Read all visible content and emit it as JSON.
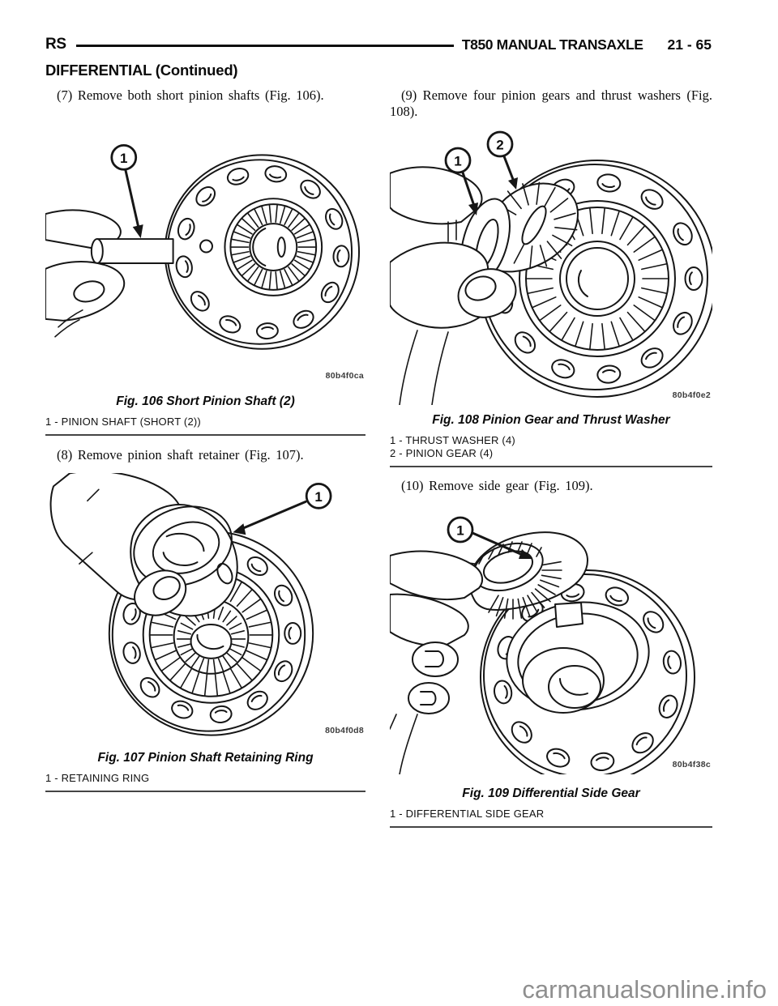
{
  "header": {
    "code": "RS",
    "title": "T850 MANUAL TRANSAXLE",
    "page_number": "21 - 65"
  },
  "section": {
    "title": "DIFFERENTIAL (Continued)"
  },
  "left_column": {
    "step_7": "(7) Remove both short pinion shafts (Fig. 106).",
    "fig_106": {
      "callout_1": "1",
      "code": "80b4f0ca",
      "caption": "Fig. 106 Short Pinion Shaft (2)",
      "legend_1": "1 - PINION SHAFT (SHORT (2))"
    },
    "step_8": "(8) Remove pinion shaft retainer (Fig. 107).",
    "fig_107": {
      "callout_1": "1",
      "code": "80b4f0d8",
      "caption": "Fig. 107 Pinion Shaft Retaining Ring",
      "legend_1": "1 - RETAINING RING"
    }
  },
  "right_column": {
    "step_9": "(9) Remove four pinion gears and thrust washers (Fig. 108).",
    "fig_108": {
      "callout_1": "1",
      "callout_2": "2",
      "code": "80b4f0e2",
      "caption": "Fig. 108 Pinion Gear and Thrust Washer",
      "legend_1": "1 - THRUST WASHER (4)",
      "legend_2": "2 - PINION GEAR (4)"
    },
    "step_10": "(10) Remove side gear (Fig. 109).",
    "fig_109": {
      "callout_1": "1",
      "code": "80b4f38c",
      "caption": "Fig. 109 Differential Side Gear",
      "legend_1": "1 - DIFFERENTIAL SIDE GEAR"
    }
  },
  "watermark": "carmanualsonline.info"
}
